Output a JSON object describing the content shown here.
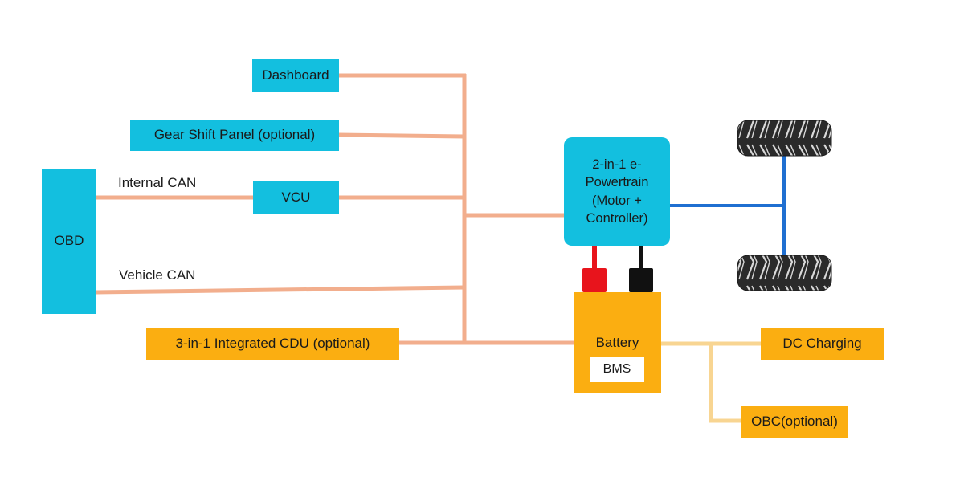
{
  "nodes": {
    "dashboard": "Dashboard",
    "gear_shift": "Gear Shift Panel (optional)",
    "obd": "OBD",
    "vcu": "VCU",
    "cdu": "3-in-1 Integrated CDU (optional)",
    "powertrain": "2-in-1 e-\nPowertrain\n(Motor +\nController)",
    "battery": "Battery",
    "bms": "BMS",
    "dc_charging": "DC Charging",
    "obc": "OBC(optional)"
  },
  "edge_labels": {
    "internal_can": "Internal CAN",
    "vehicle_can": "Vehicle CAN"
  },
  "colors": {
    "node_blue": "#13bfdf",
    "node_orange": "#fbae11",
    "can_bus": "#f2ae8d",
    "charging_line": "#f8d592",
    "drive_shaft": "#1f6fd1",
    "positive_terminal": "#e8141c",
    "negative_terminal": "#111111"
  }
}
